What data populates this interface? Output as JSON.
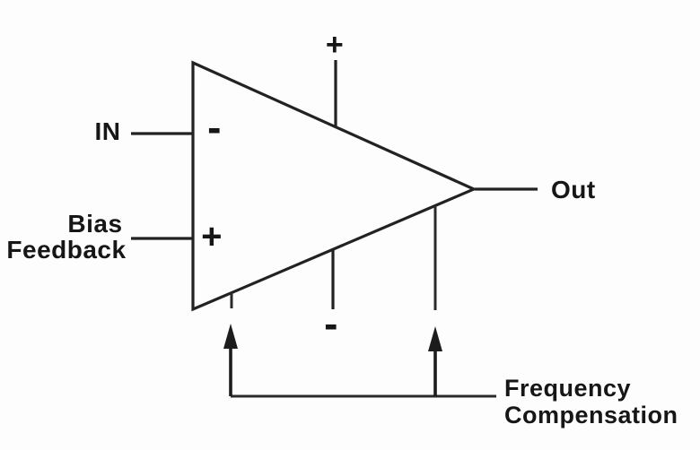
{
  "figure": {
    "description": "Operational amplifier schematic with bias feedback and frequency compensation",
    "colors": {
      "background": "#fdfdfd",
      "ink": "#222222",
      "text": "#161616"
    },
    "labels": {
      "in": "IN",
      "bias": "Bias",
      "feedback": "Feedback",
      "out": "Out",
      "positive_supply_sign": "+",
      "negative_supply_sign": "-",
      "inverting_input_sign": "-",
      "noninverting_input_sign": "+",
      "freq_comp_line1": "Frequency",
      "freq_comp_line2": "Compensation"
    }
  }
}
